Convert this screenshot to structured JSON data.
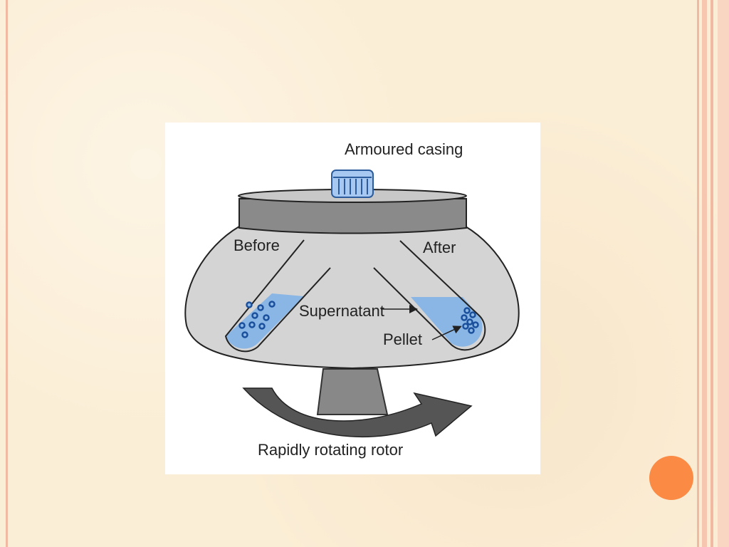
{
  "diagram": {
    "labels": {
      "armoured_casing": "Armoured casing",
      "before": "Before",
      "after": "After",
      "supernatant": "Supernatant",
      "pellet": "Pellet",
      "rotor": "Rapidly rotating rotor"
    },
    "colors": {
      "background": "#fbeed6",
      "body_gray": "#d2d2d2",
      "lid_gray": "#8a8a8a",
      "liquid_blue": "#8ab6e6",
      "particle_blue": "#1a4f9c",
      "accent_dot": "#fb8a45",
      "border_pink": "#f2b9a2"
    }
  }
}
